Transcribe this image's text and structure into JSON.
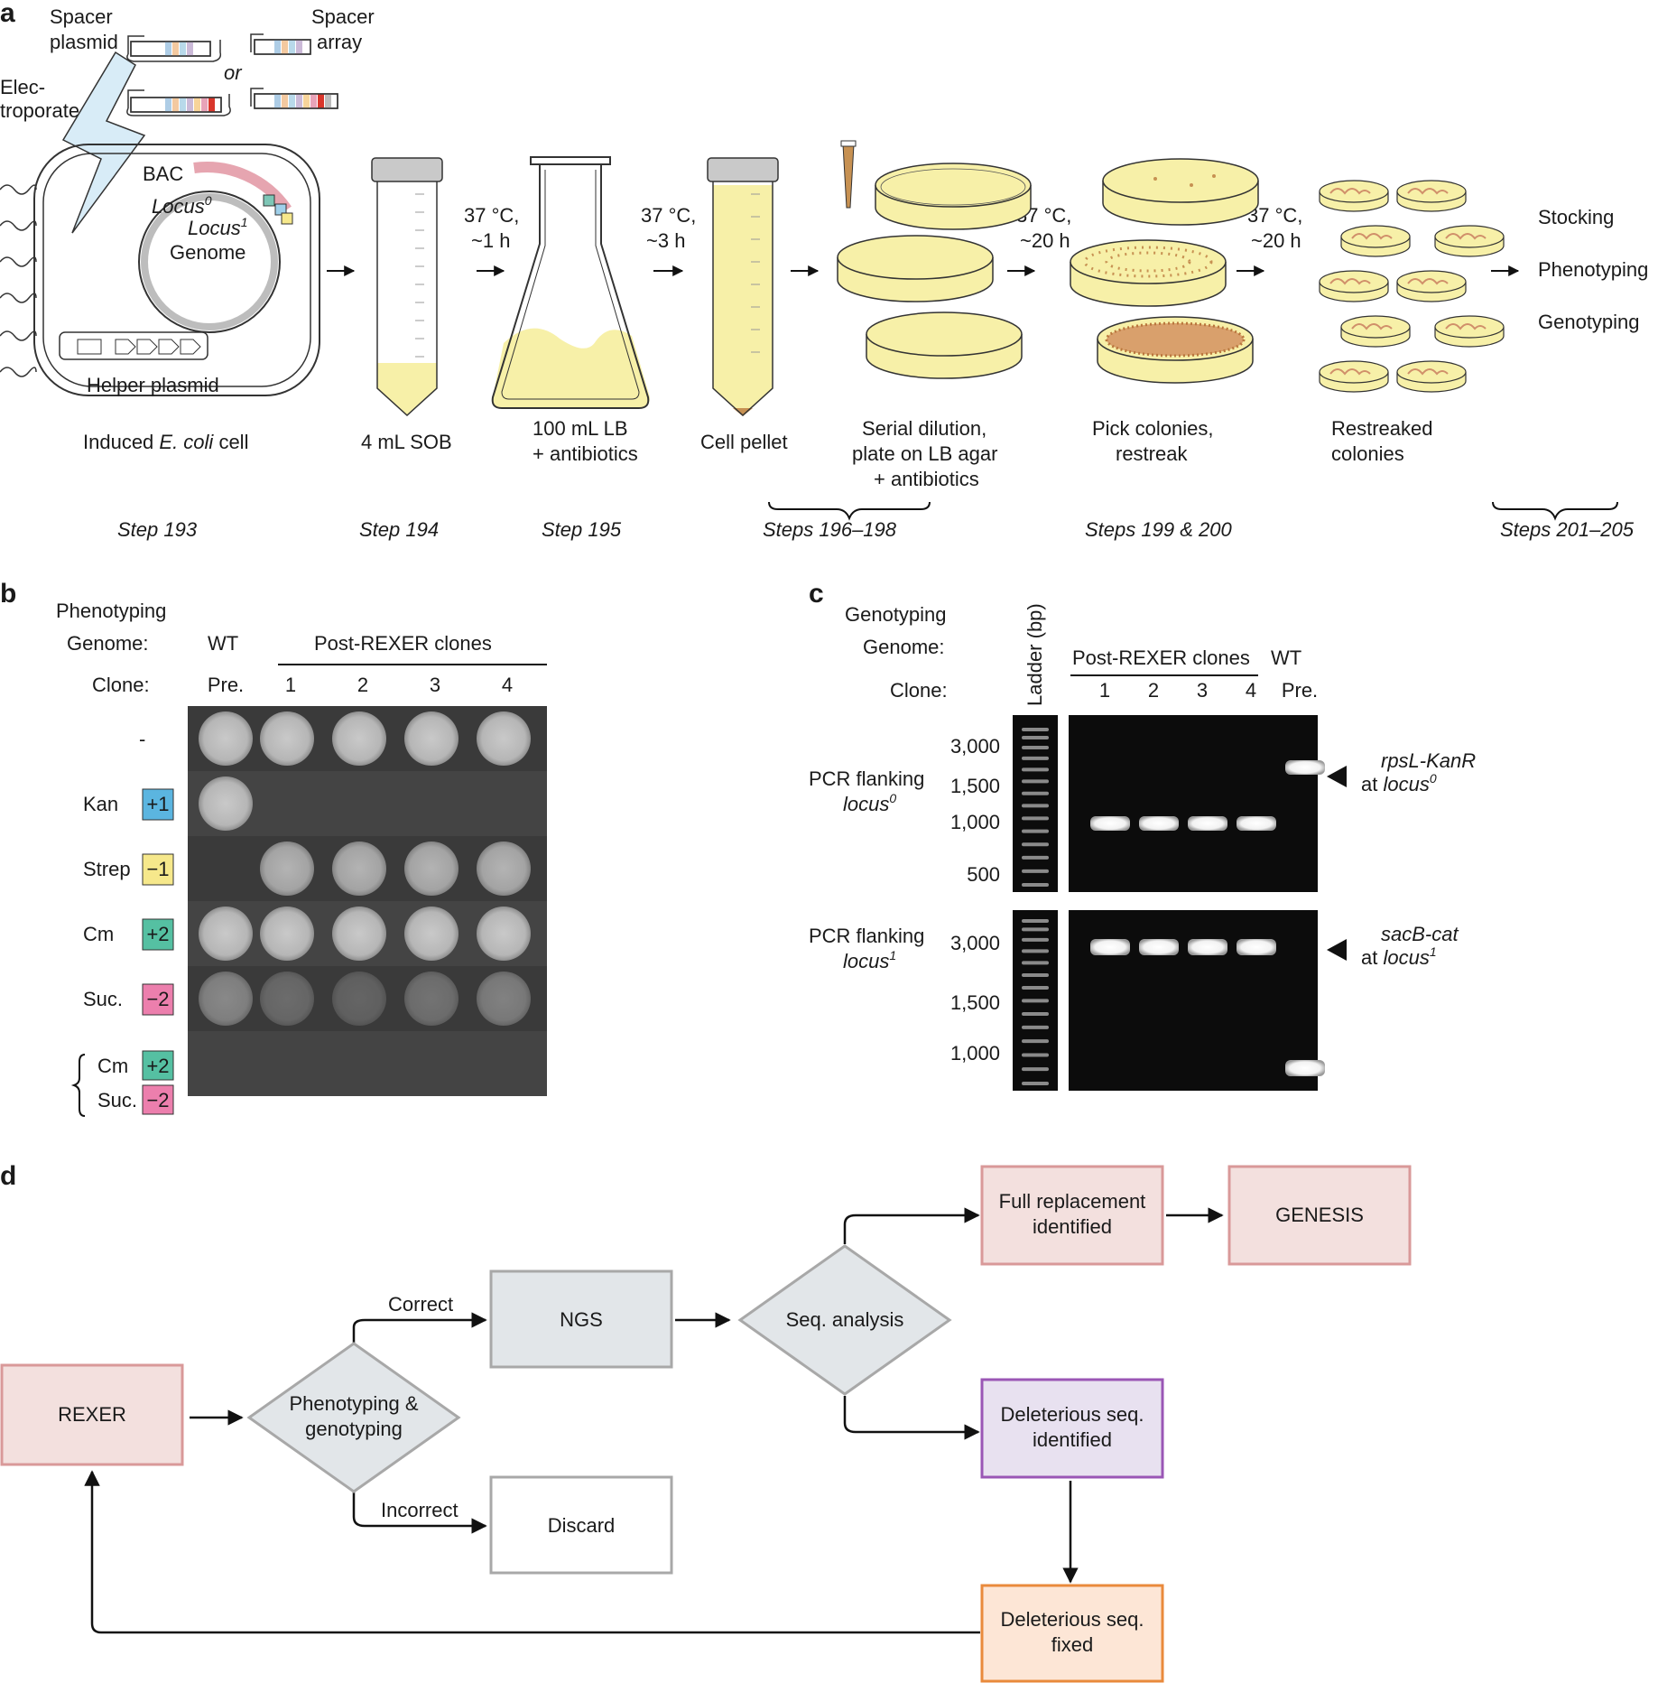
{
  "colors": {
    "medium": "#f7f0a8",
    "pellet": "#c79152",
    "rexer_fill": "#f3e0de",
    "rexer_stroke": "#d99999",
    "gray_fill": "#e2e6e9",
    "gray_stroke": "#a8a8a8",
    "purple_fill": "#e8e1f0",
    "purple_stroke": "#9a56b5",
    "orange_fill": "#fde6d6",
    "orange_stroke": "#e98a3c",
    "kan": "#5bb5e0",
    "strep": "#f6e88b",
    "cm": "#55c0a2",
    "suc": "#ec7fad",
    "gel": "#0c0c0c",
    "plate_bg": "#3b3b3b"
  },
  "panel_a": {
    "label": "a",
    "electroporate": [
      "Elec-",
      "troporate"
    ],
    "spacer_plasmid": [
      "Spacer",
      "plasmid"
    ],
    "spacer_array": [
      "Spacer",
      "array"
    ],
    "or": "or",
    "bac": "BAC",
    "locus0": "Locus",
    "locus0_sup": "0",
    "locus1": "Locus",
    "locus1_sup": "1",
    "genome": "Genome",
    "helper_plasmid": "Helper plasmid",
    "cell_caption_pre": "Induced ",
    "cell_caption_italic": "E. coli",
    "cell_caption_post": " cell",
    "incubations": [
      [
        "37 °C,",
        "~1 h"
      ],
      [
        "37 °C,",
        "~3 h"
      ],
      [
        "37 °C,",
        "~20 h"
      ],
      [
        "37 °C,",
        "~20 h"
      ]
    ],
    "captions": {
      "sob": "4 mL SOB",
      "lb": [
        "100 mL LB",
        "+ antibiotics"
      ],
      "pellet": "Cell pellet",
      "serial": [
        "Serial dilution,",
        "plate on LB agar",
        "+ antibiotics"
      ],
      "pick": [
        "Pick colonies,",
        "restreak"
      ],
      "restreaked": [
        "Restreaked",
        "colonies"
      ]
    },
    "outcomes": [
      "Stocking",
      "Phenotyping",
      "Genotyping"
    ],
    "steps": [
      "Step 193",
      "Step 194",
      "Step 195",
      "Steps 196–198",
      "Steps 199 & 200",
      "Steps 201–205"
    ]
  },
  "panel_b": {
    "label": "b",
    "title": "Phenotyping",
    "genome_label": "Genome:",
    "clone_label": "Clone:",
    "wt": "WT",
    "post_rexer": "Post-REXER clones",
    "clones": [
      "Pre.",
      "1",
      "2",
      "3",
      "4"
    ],
    "rows": [
      {
        "name": "-",
        "badge": ""
      },
      {
        "name": "Kan",
        "badge": "+1"
      },
      {
        "name": "Strep",
        "badge": "−1"
      },
      {
        "name": "Cm",
        "badge": "+2"
      },
      {
        "name": "Suc.",
        "badge": "−2"
      }
    ],
    "combo": [
      {
        "name": "Cm",
        "badge": "+2"
      },
      {
        "name": "Suc.",
        "badge": "−2"
      }
    ],
    "growth": [
      [
        1,
        1,
        1,
        1,
        1
      ],
      [
        1,
        0,
        0,
        0,
        0
      ],
      [
        0,
        0.6,
        0.6,
        0.6,
        0.6
      ],
      [
        1,
        1,
        1,
        1,
        1
      ],
      [
        0.3,
        0.1,
        0.05,
        0.15,
        0.25
      ],
      [
        0,
        0,
        0,
        0,
        0
      ]
    ]
  },
  "panel_c": {
    "label": "c",
    "title": "Genotyping",
    "genome_label": "Genome:",
    "clone_label": "Clone:",
    "ladder_label": "Ladder (bp)",
    "post_rexer": "Post-REXER clones",
    "wt": "WT",
    "clones": [
      "1",
      "2",
      "3",
      "4",
      "Pre."
    ],
    "gel1": {
      "row_label": "PCR flanking",
      "row_italic": "locus",
      "row_sup": "0",
      "ticks": [
        "3,000",
        "1,500",
        "1,000",
        "500"
      ],
      "annot_italic": "rpsL-KanR",
      "annot_at": "at ",
      "annot_locus": "locus",
      "annot_sup": "0"
    },
    "gel2": {
      "row_label": "PCR flanking",
      "row_italic": "locus",
      "row_sup": "1",
      "ticks": [
        "3,000",
        "1,500",
        "1,000"
      ],
      "annot_italic": "sacB-cat",
      "annot_at": "at ",
      "annot_locus": "locus",
      "annot_sup": "1"
    }
  },
  "panel_d": {
    "label": "d",
    "rexer": "REXER",
    "pheno_geno": [
      "Phenotyping &",
      "genotyping"
    ],
    "correct": "Correct",
    "incorrect": "Incorrect",
    "ngs": "NGS",
    "discard": "Discard",
    "seq_analysis": "Seq. analysis",
    "full_replacement": [
      "Full replacement",
      "identified"
    ],
    "genesis": "GENESIS",
    "deleterious_identified": [
      "Deleterious seq.",
      "identified"
    ],
    "deleterious_fixed": [
      "Deleterious seq.",
      "fixed"
    ]
  }
}
